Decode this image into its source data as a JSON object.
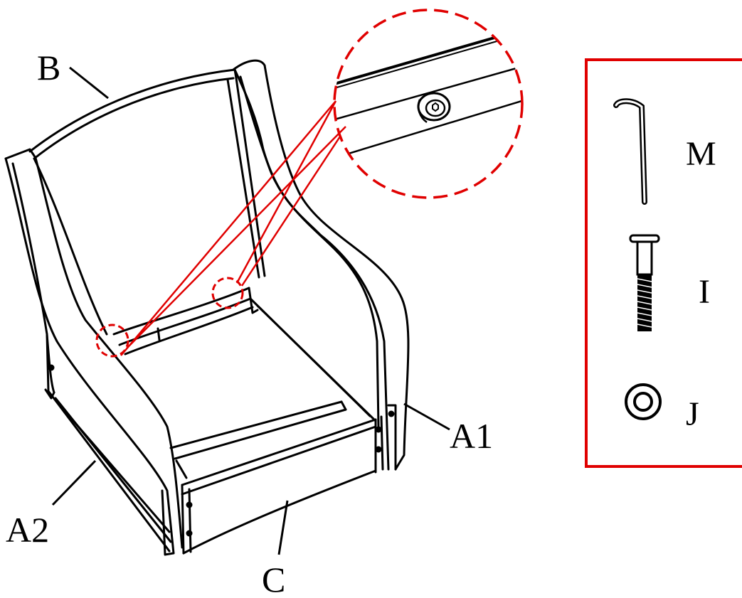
{
  "labels": {
    "part_b": "B",
    "part_a1": "A1",
    "part_a2": "A2",
    "part_c": "C"
  },
  "hardware": [
    {
      "id": "M",
      "label": "M",
      "icon": "allen-key-icon"
    },
    {
      "id": "I",
      "label": "I",
      "icon": "bolt-icon"
    },
    {
      "id": "J",
      "label": "J",
      "icon": "washer-icon"
    }
  ],
  "colors": {
    "line": "#000000",
    "highlight": "#e00000",
    "background": "#ffffff"
  }
}
